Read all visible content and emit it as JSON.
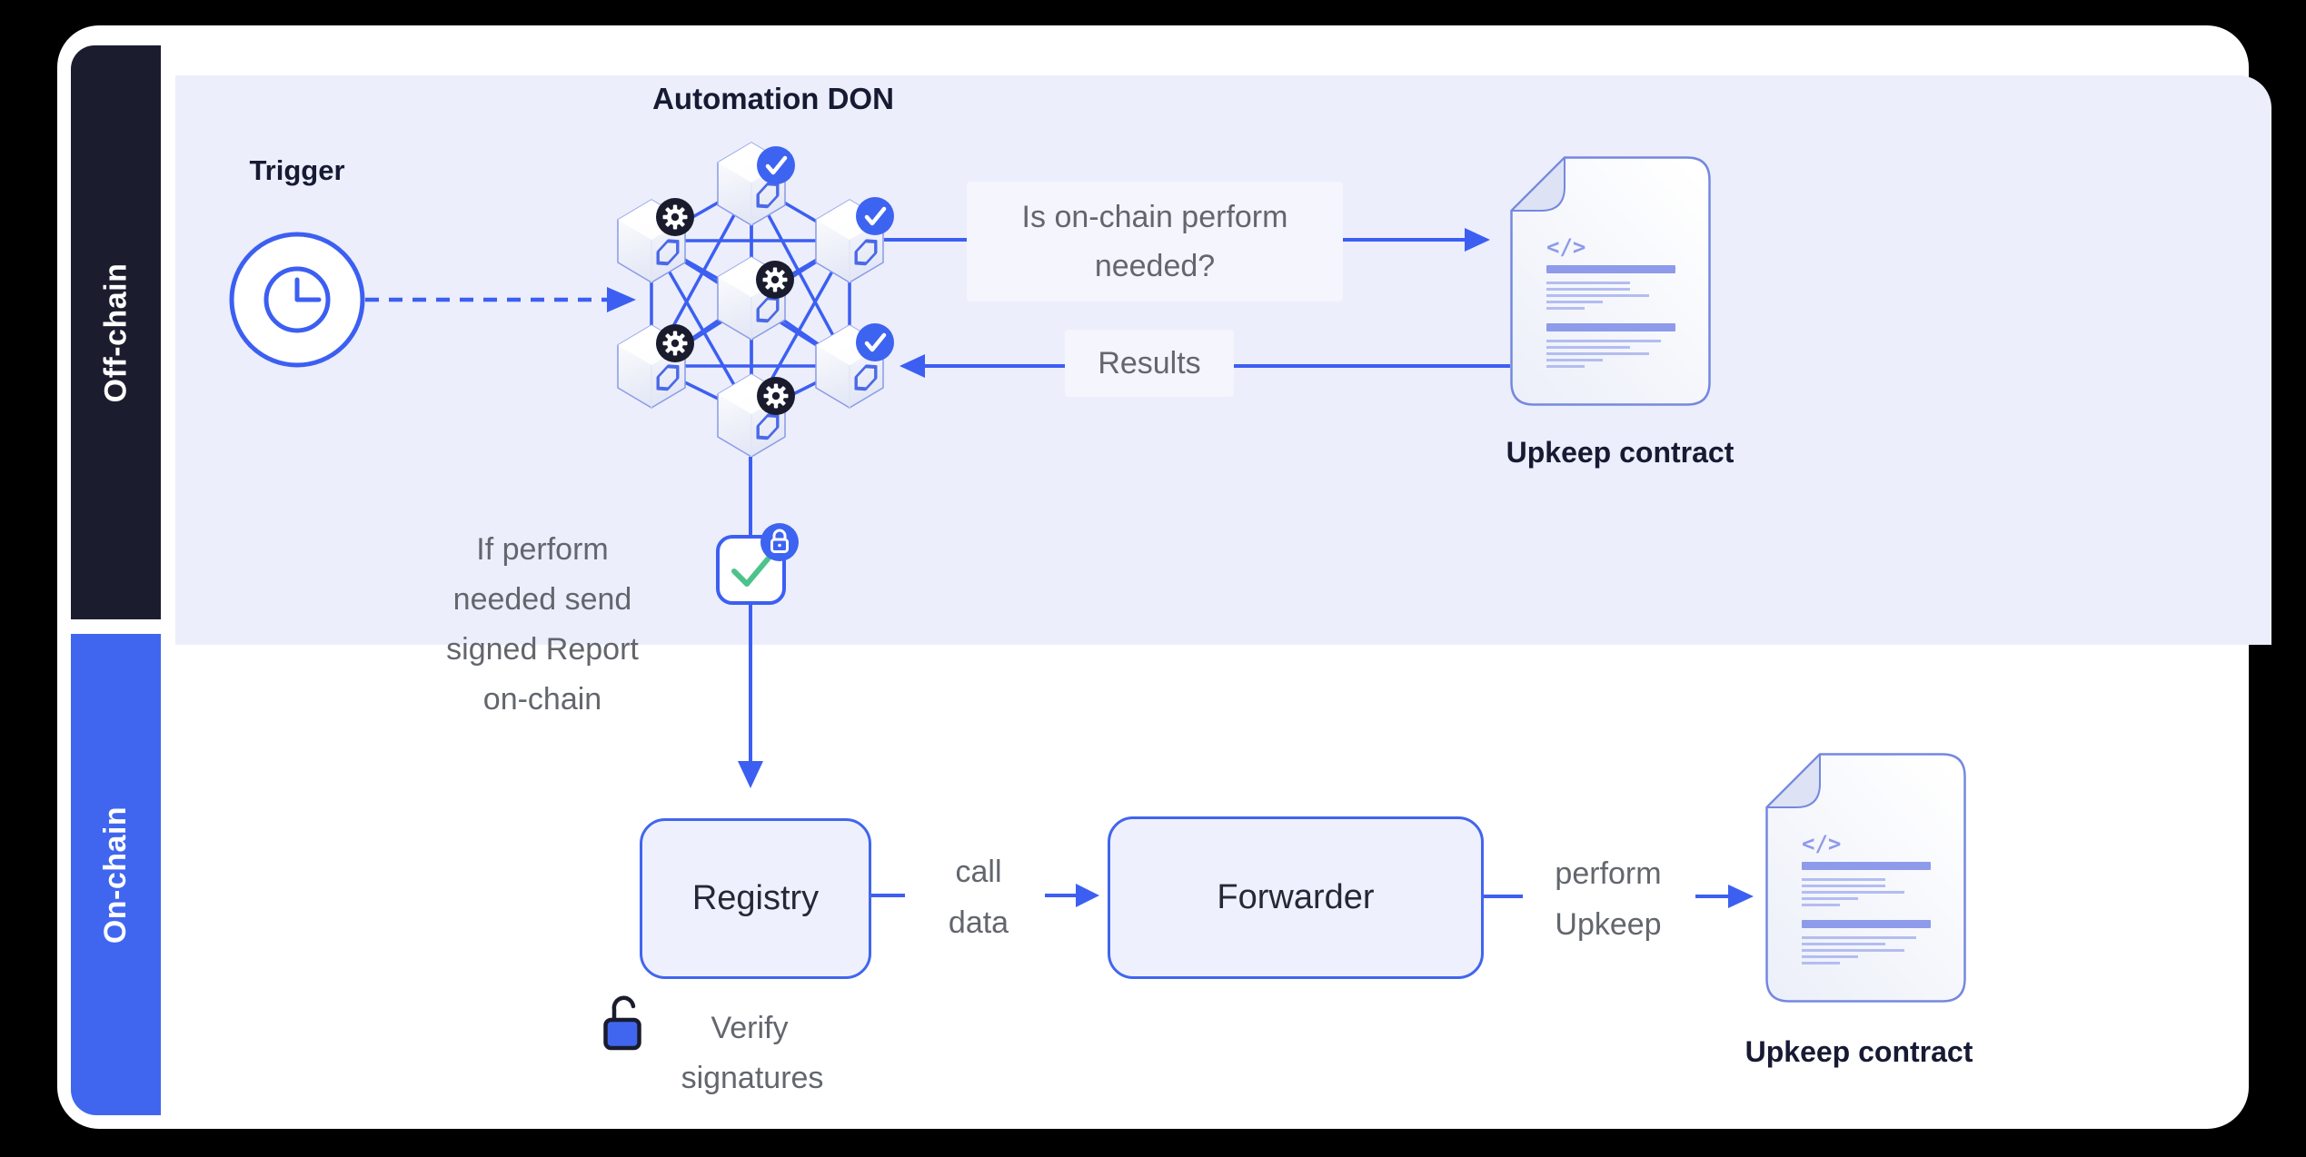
{
  "lanes": {
    "offchain_label": "Off-chain",
    "onchain_label": "On-chain"
  },
  "offchain": {
    "trigger_label": "Trigger",
    "don_title": "Automation DON",
    "question_line1": "Is on-chain perform",
    "question_line2": "needed?",
    "results_label": "Results",
    "upkeep_contract_label": "Upkeep contract",
    "report_note_line1": "If perform",
    "report_note_line2": "needed send",
    "report_note_line3": "signed Report",
    "report_note_line4": "on-chain"
  },
  "onchain": {
    "registry_label": "Registry",
    "call_data_line1": "call",
    "call_data_line2": "data",
    "forwarder_label": "Forwarder",
    "perform_upkeep_line1": "perform",
    "perform_upkeep_line2": "Upkeep",
    "upkeep_contract_label": "Upkeep contract",
    "verify_line1": "Verify",
    "verify_line2": "signatures"
  },
  "icons": {
    "code_glyph": "</>"
  },
  "colors": {
    "accent_blue": "#3c5ff2",
    "sidebar_dark": "#1b1d2f",
    "sidebar_blue": "#4066f0",
    "lane_bg": "#eceefb",
    "light_box_bg": "#f4f5fd",
    "badge_blue": "#3d63f1",
    "badge_dark": "#1a1c2e",
    "check_green": "#4dc38b",
    "text_gray": "#63666d",
    "text_dark": "#161a33",
    "doc_line": "#8d9bea"
  }
}
